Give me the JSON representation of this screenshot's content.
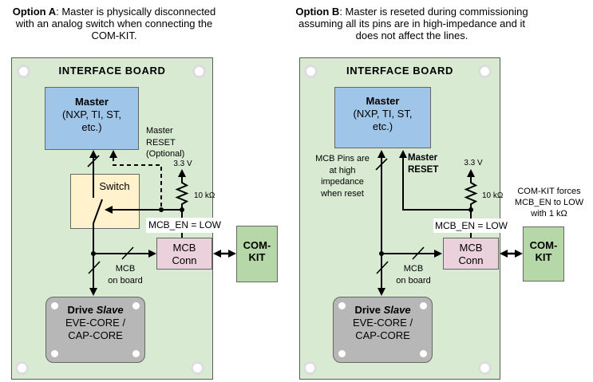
{
  "colors": {
    "board_fill": "#d9ead3",
    "board_border": "#5b5b5b",
    "box_border": "#666666",
    "master_fill": "#9fc5e8",
    "switch_fill": "#fff2cc",
    "mcbconn_fill": "#ead1dc",
    "comkit_fill": "#b6d7a8",
    "slave_fill": "#b7b7b7",
    "label_bg": "#ffffff",
    "wire": "#000000"
  },
  "captions": {
    "option_a": {
      "bold": "Option A",
      "rest": ": Master is physically disconnected with an analog switch when connecting the COM-KIT."
    },
    "option_b": {
      "bold": "Option B",
      "rest": ": Master is reseted during commissioning assuming all its pins are in high-impedance and it does not affect the lines."
    }
  },
  "option_a": {
    "board_title": "INTERFACE BOARD",
    "master": {
      "name": "Master",
      "line2": "(NXP, TI, ST,",
      "line3": "etc.)"
    },
    "switch_label": "Switch",
    "reset_note": {
      "line1": "Master",
      "line2": "RESET",
      "line3": "(Optional)"
    },
    "supply_label": "3.3 V",
    "resistor_label": "10 kΩ",
    "mcb_en_label": "MCB_EN = LOW",
    "mcb_conn": {
      "line1": "MCB",
      "line2": "Conn"
    },
    "com_kit": {
      "line1": "COM-",
      "line2": "KIT"
    },
    "bus_note": {
      "line1": "MCB",
      "line2": "on board"
    },
    "slave": {
      "bold": "Drive ",
      "italic": "Slave",
      "line2": "EVE-CORE /",
      "line3": "CAP-CORE"
    }
  },
  "option_b": {
    "board_title": "INTERFACE BOARD",
    "master": {
      "name": "Master",
      "line2": "(NXP, TI, ST,",
      "line3": "etc.)"
    },
    "pins_note": {
      "line1": "MCB Pins are",
      "line2": "at high",
      "line3": "impedance",
      "line4": "when reset"
    },
    "reset_note": {
      "line1": "Master",
      "line2": "RESET"
    },
    "supply_label": "3.3 V",
    "resistor_label": "10 kΩ",
    "mcb_en_label": "MCB_EN = LOW",
    "mcb_conn": {
      "line1": "MCB",
      "line2": "Conn"
    },
    "com_kit": {
      "line1": "COM-",
      "line2": "KIT"
    },
    "comkit_note": {
      "line1": "COM-KIT forces",
      "line2": "MCB_EN to LOW",
      "line3": "with 1 kΩ"
    },
    "bus_note": {
      "line1": "MCB",
      "line2": "on board"
    },
    "slave": {
      "bold": "Drive ",
      "italic": "Slave",
      "line2": "EVE-CORE /",
      "line3": "CAP-CORE"
    }
  }
}
